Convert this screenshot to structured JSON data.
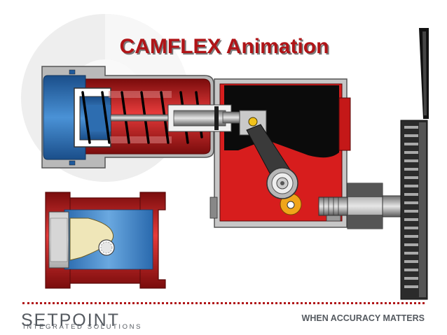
{
  "slide": {
    "title": "CAMFLEX Animation",
    "footer": {
      "brand_name": "SETPOINT",
      "brand_subtitle": "INTEGRATED SOLUTIONS",
      "tagline": "WHEN ACCURACY MATTERS"
    }
  },
  "colors": {
    "title": "#b01417",
    "actuator_red": "#d81e1e",
    "valve_blue": "#2e7bc4",
    "housing_gray": "#a8a8a8",
    "accent_yellow": "#f2c21a",
    "text_gray": "#555a60"
  },
  "illustrations": [
    "spring-piston-actuator",
    "positioner-cam-housing",
    "camflex-valve-body",
    "handwheel-gear"
  ]
}
